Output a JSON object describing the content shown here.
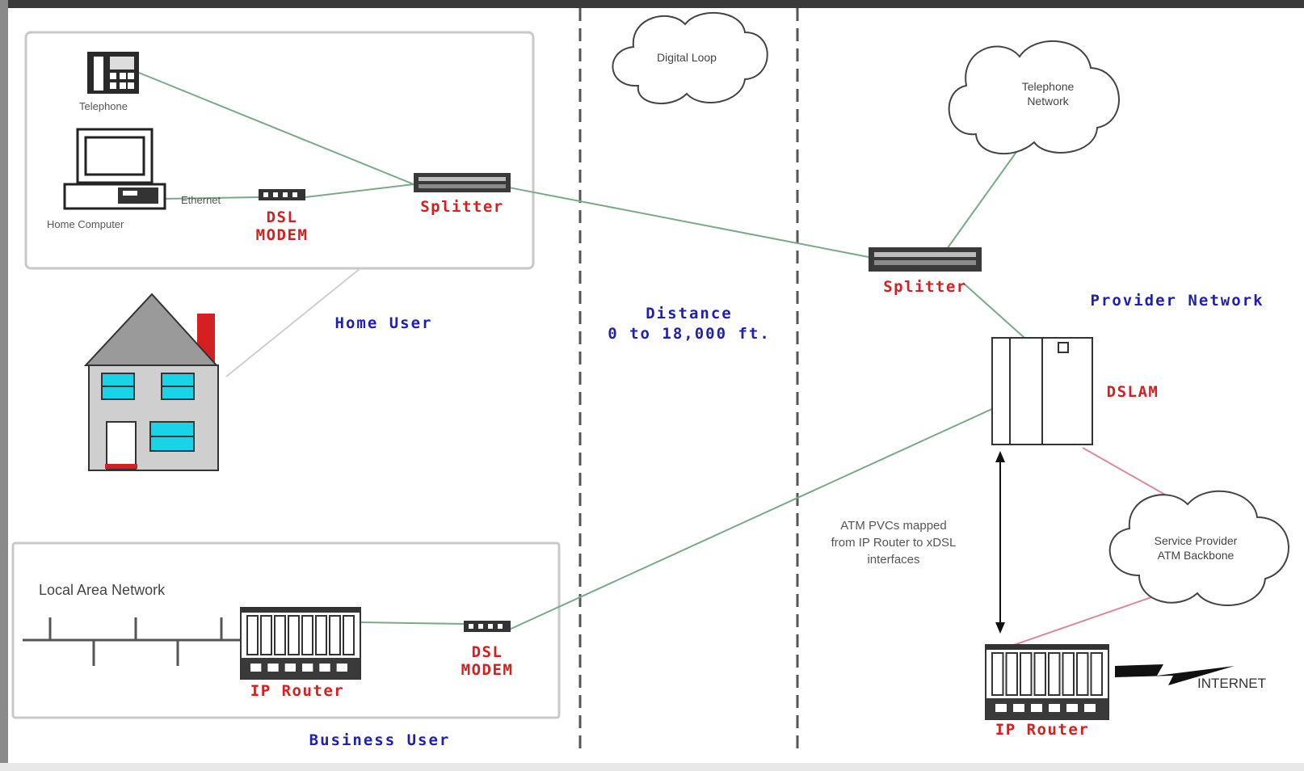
{
  "home": {
    "telephone_label": "Telephone",
    "computer_label": "Home Computer",
    "ethernet_label": "Ethernet",
    "modem_label_1": "DSL",
    "modem_label_2": "MODEM",
    "splitter_label": "Splitter",
    "section_label": "Home User"
  },
  "loop": {
    "cloud_label": "Digital Loop",
    "distance_line_1": "Distance",
    "distance_line_2": "0 to 18,000 ft."
  },
  "provider": {
    "telephone_cloud_line_1": "Telephone",
    "telephone_cloud_line_2": "Network",
    "splitter_label": "Splitter",
    "section_label": "Provider Network",
    "dslam_label": "DSLAM",
    "atm_note_1": "ATM PVCs mapped",
    "atm_note_2": "from IP Router to xDSL",
    "atm_note_3": "interfaces",
    "backbone_cloud_line_1": "Service Provider",
    "backbone_cloud_line_2": "ATM Backbone",
    "router_label": "IP Router",
    "internet_label": "INTERNET"
  },
  "business": {
    "lan_label": "Local Area Network",
    "router_label": "IP Router",
    "modem_label_1": "DSL",
    "modem_label_2": "MODEM",
    "section_label": "Business User"
  },
  "colors": {
    "link_green": "#7aa98a",
    "link_red": "#d98a9a",
    "label_red": "#d42020",
    "label_blue": "#2020b0",
    "window_cyan": "#18d4e8",
    "chimney_red": "#d42020"
  }
}
